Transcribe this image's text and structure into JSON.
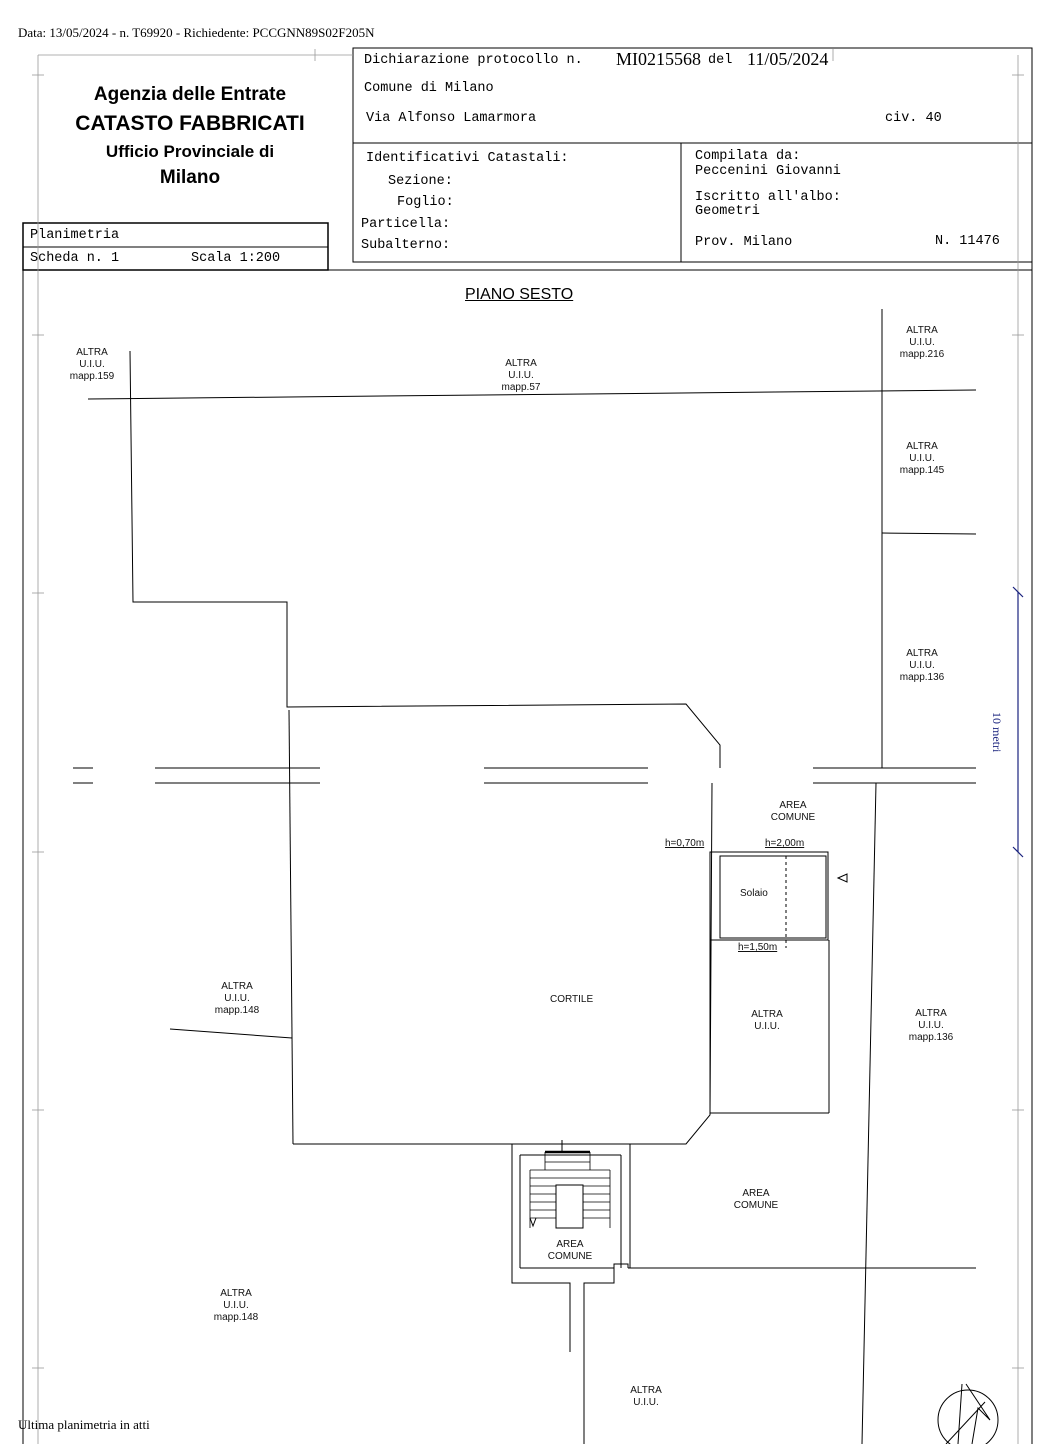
{
  "header": {
    "print_info": "Data: 13/05/2024 - n. T69920 - Richiedente: PCCGNN89S02F205N",
    "agency": "Agenzia delle Entrate",
    "catasto": "CATASTO FABBRICATI",
    "office": "Ufficio Provinciale di",
    "city": "Milano",
    "planimetria": "Planimetria",
    "scheda": "Scheda n. 1",
    "scala": "Scala 1:200",
    "dichiarazione_label": "Dichiarazione protocollo n.",
    "protocollo": "MI0215568",
    "del_label": "del",
    "date": "11/05/2024",
    "comune": "Comune di Milano",
    "via": "Via Alfonso Lamarmora",
    "civ": "civ. 40",
    "identificativi": "Identificativi Catastali:",
    "sezione": "Sezione:",
    "foglio": "Foglio:",
    "particella": "Particella:",
    "subalterno": "Subalterno:",
    "compilata_label": "Compilata da:",
    "compilata_name": "Peccenini Giovanni",
    "iscritto_label": "Iscritto all'albo:",
    "iscritto_value": "Geometri",
    "prov": "Prov. Milano",
    "numero": "N. 11476"
  },
  "plan": {
    "title": "PIANO SESTO",
    "scale_bar": "10 metri",
    "labels": {
      "mapp159": "ALTRA\nU.I.U.\nmapp.159",
      "mapp57": "ALTRA\nU.I.U.\nmapp.57",
      "mapp216": "ALTRA\nU.I.U.\nmapp.216",
      "mapp145": "ALTRA\nU.I.U.\nmapp.145",
      "mapp136a": "ALTRA\nU.I.U.\nmapp.136",
      "area_comune1": "AREA\nCOMUNE",
      "h070": "h=0,70m",
      "h200": "h=2,00m",
      "solaio": "Solaio",
      "h150": "h=1,50m",
      "mapp148a": "ALTRA\nU.I.U.\nmapp.148",
      "cortile": "CORTILE",
      "altra_uiu1": "ALTRA\nU.I.U.",
      "mapp136b": "ALTRA\nU.I.U.\nmapp.136",
      "area_comune2": "AREA\nCOMUNE",
      "area_comune3": "AREA\nCOMUNE",
      "mapp148b": "ALTRA\nU.I.U.\nmapp.148",
      "altra_uiu2": "ALTRA\nU.I.U."
    }
  },
  "footer": {
    "note": "Ultima planimetria in atti"
  }
}
